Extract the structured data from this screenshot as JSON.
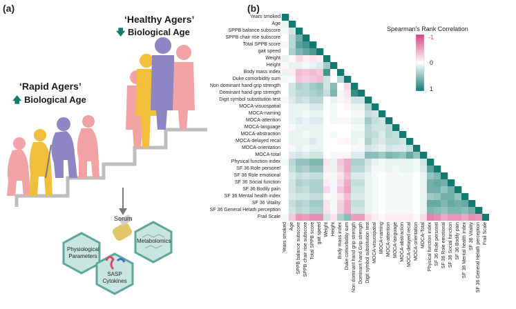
{
  "panel_a": {
    "label": "(a)",
    "rapid": {
      "title": "‘Rapid Agers’",
      "arrow": "🡅",
      "bio": "Biological Age"
    },
    "healthy": {
      "title": "‘Healthy Agers’",
      "arrow": "🡇",
      "bio": "Biological Age"
    },
    "serum_label": "Serum",
    "hexagons": [
      {
        "name": "physiological",
        "lines": [
          "Physiological",
          "Parameters"
        ]
      },
      {
        "name": "metabolomics",
        "lines": [
          "Metabolomics"
        ]
      },
      {
        "name": "sasp",
        "lines": [
          "SASP",
          "Cytokines"
        ]
      }
    ],
    "colors": {
      "pink": "#f2a3a6",
      "yellow": "#f2bf3c",
      "purple": "#8d86c2",
      "teal_hex": "#c9e5e2",
      "teal_border": "#5fa79c",
      "stairs": "#bdbdbd"
    }
  },
  "panel_b": {
    "label": "(b)",
    "legend": {
      "title": "Spearman's Rank Correlation",
      "ticks": [
        "-1",
        "0",
        "1"
      ]
    },
    "colors": {
      "neg": "#d6417f",
      "zero": "#ffffff",
      "pos": "#147a70"
    },
    "variables": [
      "Years smoked",
      "Age",
      "SPPB balance subscore",
      "SPPB chair rise subscore",
      "Total SPPB score",
      "gait speed",
      "Weight",
      "Height",
      "Body mass index",
      "Duke comorbidity sum",
      "Non dominant hand grip strength",
      "Dominant hand grip strength",
      "Digit symbol substitution test",
      "MOCA-visuospatial",
      "MOCA-naming",
      "MOCA-attention",
      "MOCA-language",
      "MOCA-abstraction",
      "MOCA-delayed recal",
      "MOCA-orientation",
      "MOCA-total",
      "Physical function index",
      "SF 36 Role personel",
      "SF 36 Role emotional",
      "SF 36 Social function",
      "SF 36 Bodily pain",
      "SF 36 Mental health index",
      "SF 36 Vitality",
      "SF 36 General Helath perception",
      "Frail Scale"
    ],
    "col_variables": [
      "Years smoked",
      "Age",
      "SPPB balance subscore",
      "SPPB chair rise subscore",
      "Total SPPB score",
      "gait speed",
      "Weight",
      "Height",
      "Body mass index",
      "Duke comorbidity sum",
      "Non dominant hand grip strength",
      "Dominant hand Grip strength",
      "Digit symbol substitution test",
      "MOCA-visuospatial",
      "MOCA-naming",
      "MOCA-attention",
      "MOCA-language",
      "MOCA-abstraction",
      "MOCA-delayed recal",
      "MOCA-orientation",
      "MOCA-Total",
      "Physical function index",
      "SF 36 Role personel",
      "SF 36 Role emotional",
      "SF 36 Social function",
      "SF 36 Bodily pain",
      "SF 36 Mental health index",
      "SF 36 Vitality",
      "SF 36 General Helath perception",
      "Frail Scale"
    ]
  },
  "chart_data": {
    "type": "heatmap",
    "title": "",
    "legend_title": "Spearman's Rank Correlation",
    "value_range": [
      -1,
      1
    ],
    "layout": "upper-triangle-diagonal",
    "rows": [
      "Years smoked",
      "Age",
      "SPPB balance subscore",
      "SPPB chair rise subscore",
      "Total SPPB score",
      "gait speed",
      "Weight",
      "Height",
      "Body mass index",
      "Duke comorbidity sum",
      "Non dominant hand grip strength",
      "Dominant hand grip strength",
      "Digit symbol substitution test",
      "MOCA-visuospatial",
      "MOCA-naming",
      "MOCA-attention",
      "MOCA-language",
      "MOCA-abstraction",
      "MOCA-delayed recal",
      "MOCA-orientation",
      "MOCA-total",
      "Physical function index",
      "SF 36 Role personel",
      "SF 36 Role emotional",
      "SF 36 Social function",
      "SF 36 Bodily pain",
      "SF 36 Mental health index",
      "SF 36 Vitality",
      "SF 36 General Helath perception",
      "Frail Scale"
    ],
    "values": [
      [
        1
      ],
      [
        0.1,
        1
      ],
      [
        0.05,
        0.2,
        1
      ],
      [
        0.0,
        0.3,
        0.6,
        1
      ],
      [
        0.05,
        0.3,
        0.7,
        0.8,
        1
      ],
      [
        0.0,
        0.35,
        0.55,
        0.65,
        0.75,
        1
      ],
      [
        0.1,
        -0.05,
        -0.2,
        -0.1,
        -0.15,
        -0.1,
        1
      ],
      [
        -0.05,
        0.1,
        0.1,
        0.05,
        0.1,
        0.15,
        0.4,
        1
      ],
      [
        0.1,
        -0.1,
        -0.35,
        -0.3,
        -0.35,
        -0.3,
        0.8,
        -0.05,
        1
      ],
      [
        0.05,
        -0.05,
        -0.3,
        -0.25,
        -0.3,
        -0.35,
        0.2,
        0.0,
        0.3,
        1
      ],
      [
        0.0,
        0.2,
        0.35,
        0.3,
        0.4,
        0.45,
        0.2,
        0.5,
        0.0,
        -0.2,
        1
      ],
      [
        0.0,
        0.2,
        0.3,
        0.3,
        0.35,
        0.4,
        0.25,
        0.55,
        0.05,
        -0.15,
        0.85,
        1
      ],
      [
        -0.05,
        0.15,
        0.25,
        0.2,
        0.3,
        0.3,
        0.0,
        0.1,
        -0.05,
        -0.1,
        0.2,
        0.2,
        1
      ],
      [
        0.0,
        0.1,
        0.1,
        0.1,
        0.15,
        0.15,
        0.0,
        0.05,
        0.0,
        -0.05,
        0.1,
        0.1,
        0.35,
        1
      ],
      [
        0.0,
        0.1,
        0.1,
        0.05,
        0.1,
        0.1,
        0.0,
        0.05,
        0.0,
        0.0,
        0.05,
        0.05,
        0.25,
        0.2,
        1
      ],
      [
        0.0,
        0.1,
        0.15,
        0.1,
        0.15,
        0.15,
        0.0,
        0.05,
        -0.05,
        -0.05,
        0.1,
        0.1,
        0.4,
        0.25,
        0.2,
        1
      ],
      [
        0.0,
        0.05,
        0.1,
        0.1,
        0.1,
        0.1,
        0.0,
        0.0,
        0.0,
        0.0,
        0.05,
        0.05,
        0.3,
        0.2,
        0.2,
        0.3,
        1
      ],
      [
        0.0,
        0.1,
        0.1,
        0.05,
        0.1,
        0.1,
        0.0,
        0.05,
        0.0,
        0.0,
        0.1,
        0.1,
        0.3,
        0.25,
        0.15,
        0.3,
        0.25,
        1
      ],
      [
        0.0,
        0.1,
        0.1,
        0.1,
        0.15,
        0.1,
        0.0,
        0.0,
        -0.05,
        -0.05,
        0.1,
        0.05,
        0.35,
        0.2,
        0.15,
        0.25,
        0.25,
        0.2,
        1
      ],
      [
        0.0,
        0.05,
        0.1,
        0.05,
        0.1,
        0.1,
        0.0,
        0.0,
        0.0,
        0.0,
        0.05,
        0.05,
        0.2,
        0.15,
        0.1,
        0.2,
        0.15,
        0.15,
        0.25,
        1
      ],
      [
        0.0,
        0.15,
        0.2,
        0.15,
        0.2,
        0.2,
        0.0,
        0.05,
        -0.05,
        -0.05,
        0.15,
        0.15,
        0.5,
        0.5,
        0.4,
        0.55,
        0.5,
        0.45,
        0.65,
        0.45,
        1
      ],
      [
        0.05,
        0.3,
        0.45,
        0.45,
        0.55,
        0.55,
        -0.15,
        0.1,
        -0.3,
        -0.45,
        0.35,
        0.35,
        0.2,
        0.1,
        0.05,
        0.1,
        0.1,
        0.1,
        0.1,
        0.05,
        0.2,
        1
      ],
      [
        0.0,
        0.25,
        0.4,
        0.35,
        0.45,
        0.45,
        -0.1,
        0.1,
        -0.25,
        -0.45,
        0.3,
        0.3,
        0.15,
        0.05,
        0.05,
        0.1,
        0.05,
        0.1,
        0.1,
        0.05,
        0.15,
        0.7,
        1
      ],
      [
        0.0,
        0.15,
        0.25,
        0.2,
        0.25,
        0.25,
        -0.05,
        0.05,
        -0.15,
        -0.35,
        0.15,
        0.15,
        0.1,
        0.05,
        0.0,
        0.05,
        0.05,
        0.05,
        0.05,
        0.0,
        0.1,
        0.45,
        0.55,
        1
      ],
      [
        0.0,
        0.2,
        0.35,
        0.3,
        0.35,
        0.35,
        -0.1,
        0.05,
        -0.2,
        -0.45,
        0.25,
        0.25,
        0.1,
        0.05,
        0.0,
        0.05,
        0.05,
        0.05,
        0.05,
        0.0,
        0.1,
        0.6,
        0.65,
        0.6,
        1
      ],
      [
        0.0,
        0.2,
        0.3,
        0.25,
        0.35,
        0.35,
        -0.2,
        0.05,
        -0.3,
        -0.5,
        0.2,
        0.2,
        0.1,
        0.05,
        0.0,
        0.05,
        0.05,
        0.05,
        0.05,
        0.0,
        0.1,
        0.6,
        0.6,
        0.45,
        0.6,
        1
      ],
      [
        0.0,
        0.15,
        0.2,
        0.2,
        0.25,
        0.25,
        -0.05,
        0.05,
        -0.15,
        -0.35,
        0.15,
        0.15,
        0.1,
        0.05,
        0.0,
        0.05,
        0.05,
        0.05,
        0.05,
        0.0,
        0.1,
        0.4,
        0.45,
        0.6,
        0.6,
        0.45,
        1
      ],
      [
        0.0,
        0.25,
        0.35,
        0.3,
        0.4,
        0.4,
        -0.15,
        0.05,
        -0.25,
        -0.45,
        0.25,
        0.25,
        0.1,
        0.05,
        0.0,
        0.05,
        0.05,
        0.05,
        0.05,
        0.0,
        0.1,
        0.65,
        0.65,
        0.55,
        0.65,
        0.6,
        0.65,
        1
      ],
      [
        0.0,
        0.2,
        0.3,
        0.25,
        0.35,
        0.35,
        -0.15,
        0.05,
        -0.25,
        -0.45,
        0.2,
        0.2,
        0.1,
        0.05,
        0.0,
        0.05,
        0.05,
        0.05,
        0.05,
        0.0,
        0.1,
        0.55,
        0.5,
        0.45,
        0.55,
        0.55,
        0.5,
        0.6,
        1
      ],
      [
        0.05,
        -0.3,
        -0.55,
        -0.5,
        -0.6,
        -0.6,
        0.2,
        -0.15,
        0.35,
        0.5,
        -0.5,
        -0.5,
        -0.2,
        -0.1,
        -0.05,
        -0.1,
        -0.1,
        -0.1,
        -0.1,
        -0.05,
        -0.2,
        -0.65,
        -0.6,
        -0.45,
        -0.55,
        -0.55,
        -0.45,
        -0.6,
        -0.55,
        1
      ]
    ]
  }
}
